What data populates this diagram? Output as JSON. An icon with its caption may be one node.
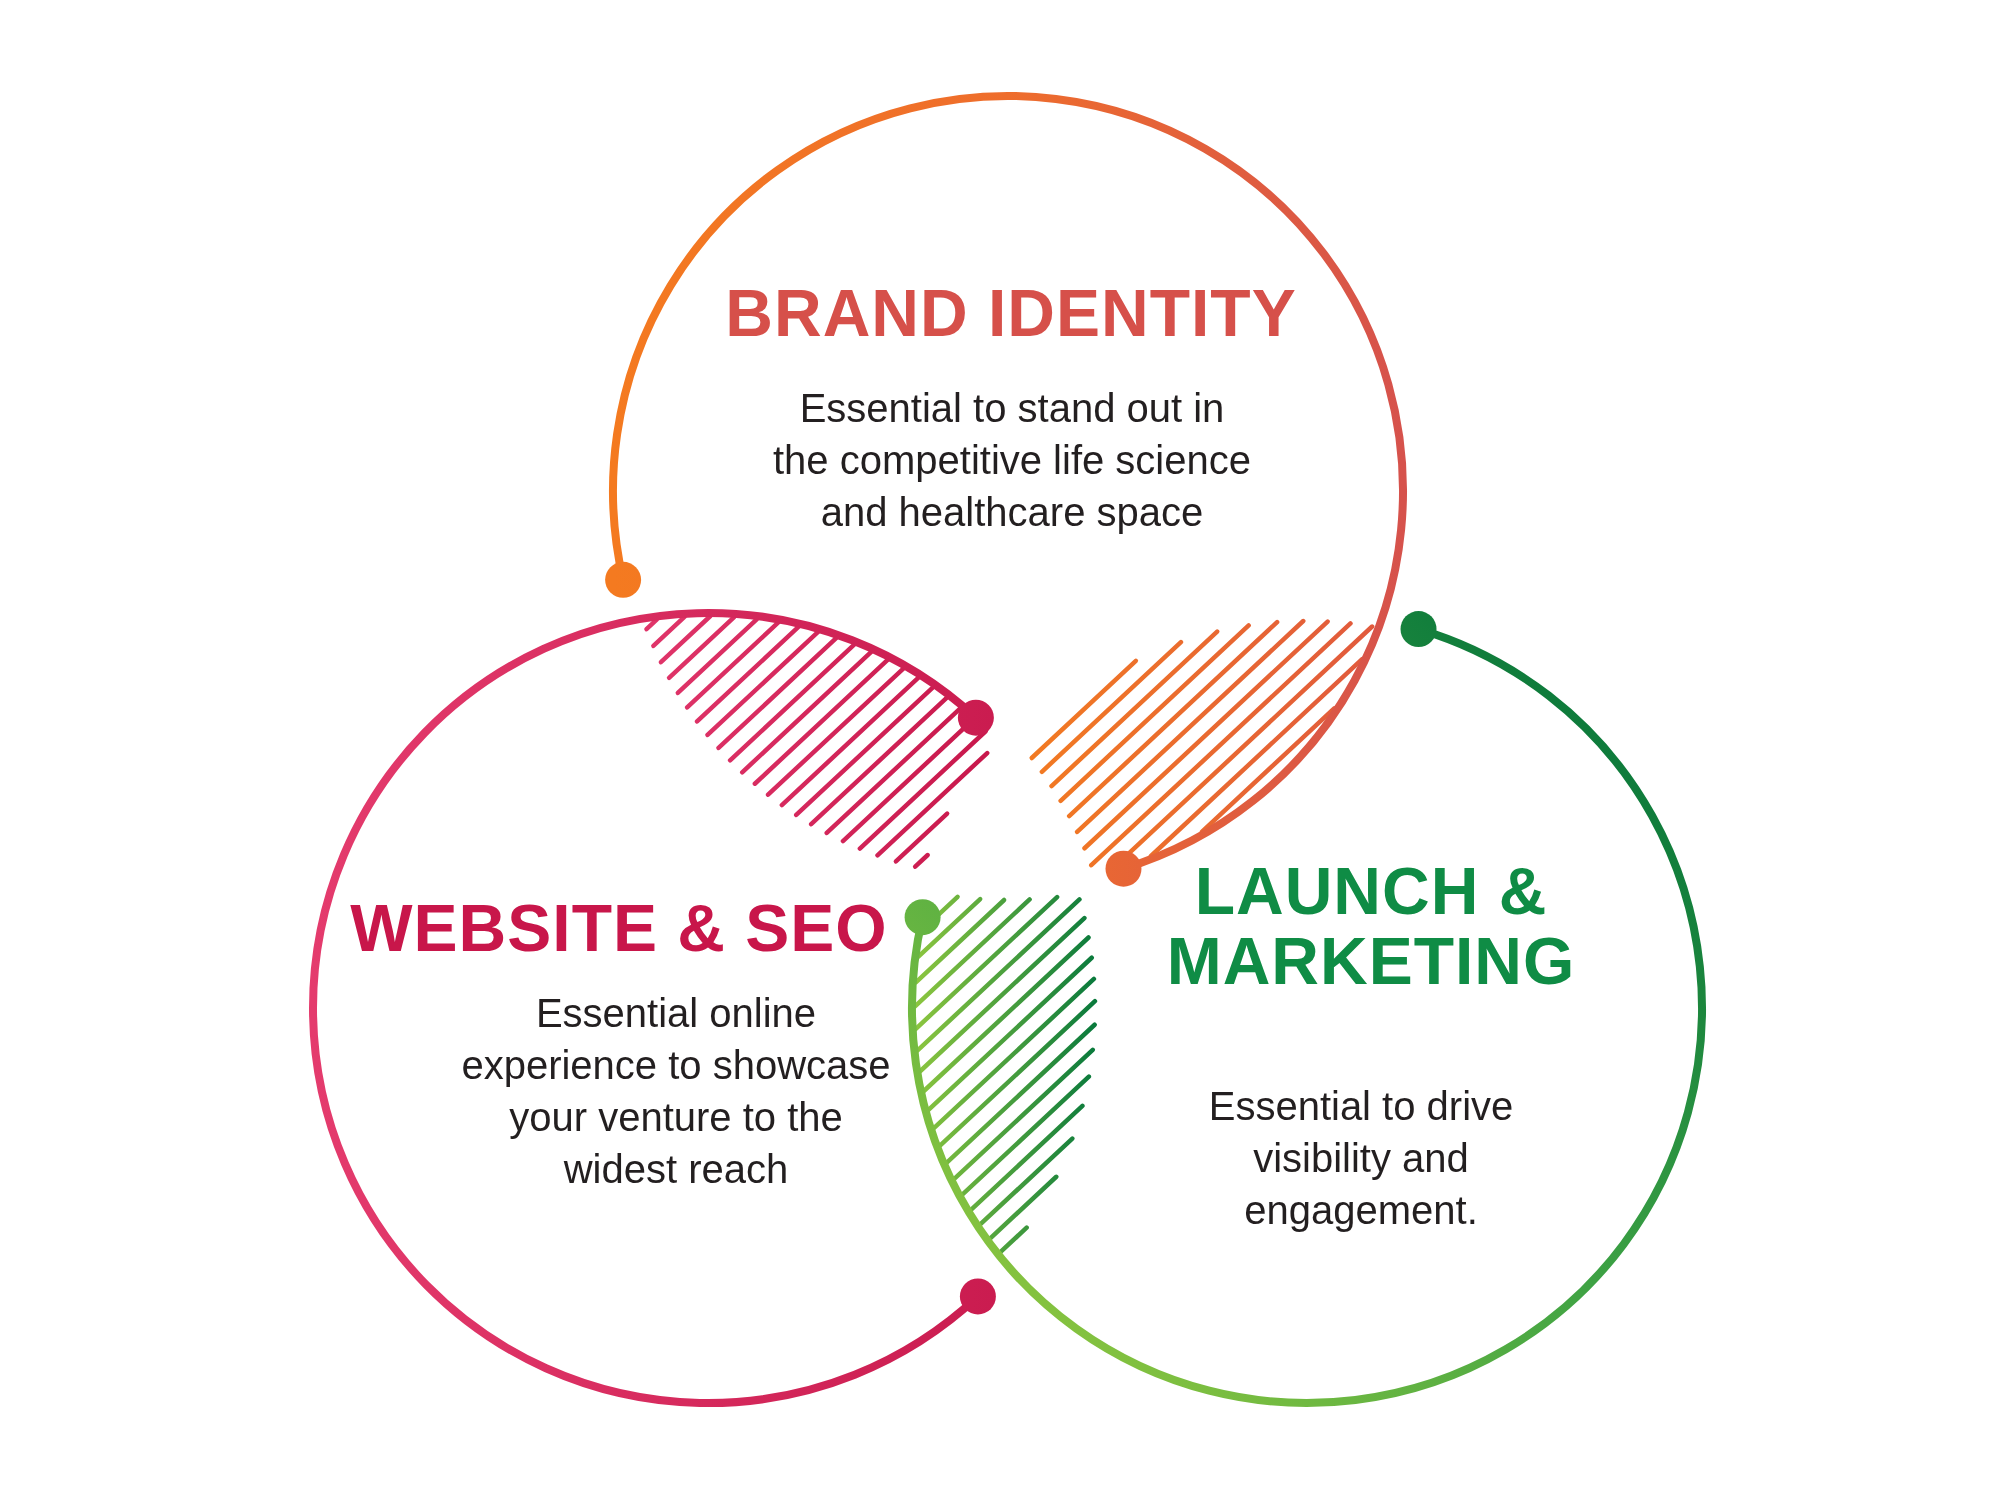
{
  "diagram": {
    "nodes": [
      {
        "text": [
          "BRAND IDENTITY",
          "Essential to stand out in the competitive life science and healthcare space"
        ]
      },
      {
        "text": [
          "WEBSITE & SEO",
          "Essential online experience to showcase your venture to the widest reach"
        ]
      },
      {
        "text": [
          "LAUNCH & MARKETING",
          "Essential to drive visibility and engagement."
        ]
      }
    ]
  }
}
